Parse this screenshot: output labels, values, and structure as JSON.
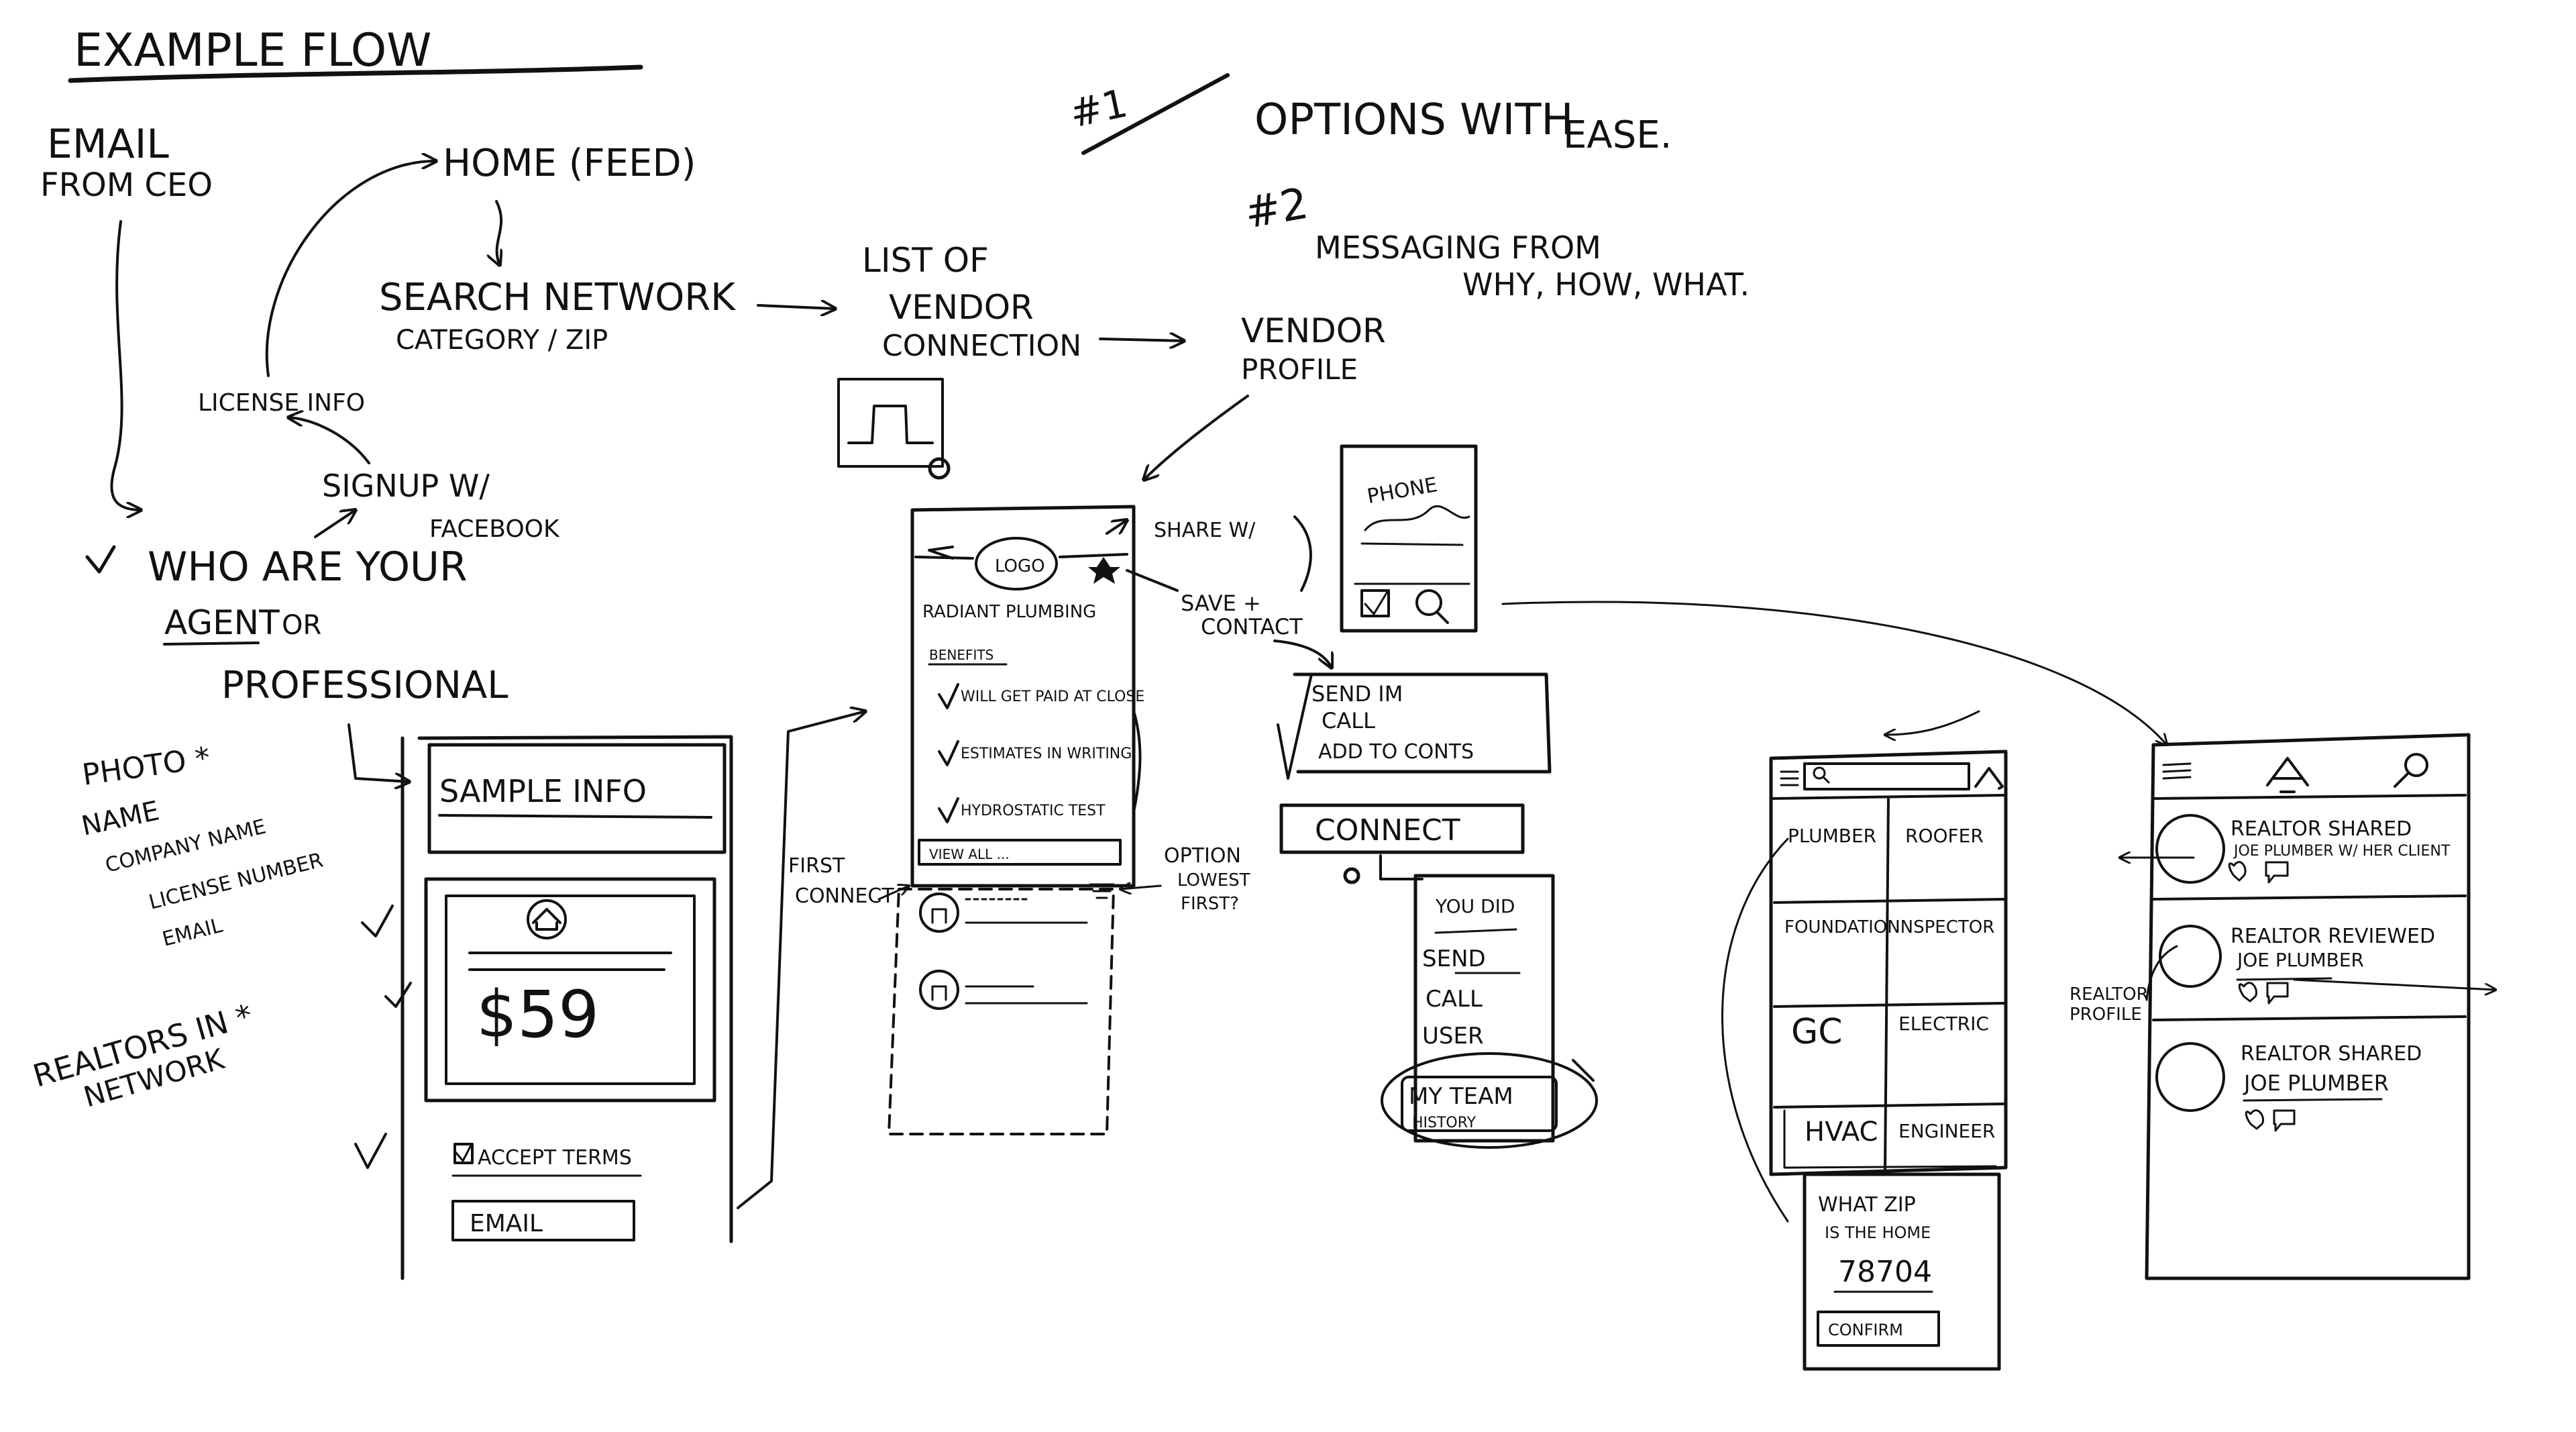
{
  "title": "EXAMPLE FLOW",
  "goals": {
    "h1_num": "#1",
    "h1_text_a": "OPTIONS WITH",
    "h1_text_b": "EASE.",
    "h2_num": "#2",
    "h2_text_a": "MESSAGING FROM",
    "h2_text_b": "WHY, HOW, WHAT."
  },
  "flow": {
    "email_from_ceo_a": "EMAIL",
    "email_from_ceo_b": "FROM CEO",
    "home_feed": "HOME (FEED)",
    "search_network": "SEARCH NETWORK",
    "category_zip": "CATEGORY / ZIP",
    "license_info": "LICENSE INFO",
    "signup_a": "SIGNUP W/",
    "signup_b": "FACEBOOK",
    "who_are_you_a": "WHO ARE YOUR",
    "who_are_you_b": "AGENT",
    "who_are_you_c": "OR",
    "who_are_you_d": "PROFESSIONAL",
    "list_of_vendor_a": "LIST OF",
    "list_of_vendor_b": "VENDOR",
    "list_of_vendor_c": "CONNECTION",
    "vendor_profile_a": "VENDOR",
    "vendor_profile_b": "PROFILE"
  },
  "signup_fields": {
    "photo": "PHOTO *",
    "name": "NAME",
    "company": "COMPANY NAME",
    "license": "LICENSE NUMBER",
    "email": "EMAIL",
    "realtors_a": "REALTORS IN *",
    "realtors_b": "NETWORK"
  },
  "sample_card": {
    "header": "SAMPLE INFO",
    "price": "$59",
    "accept_terms": "ACCEPT TERMS",
    "email_btn": "EMAIL"
  },
  "vendor_card": {
    "logo": "LOGO",
    "name": "RADIANT PLUMBING",
    "benefits": "BENEFITS",
    "b1": "WILL GET PAID AT CLOSE",
    "b2": "ESTIMATES IN WRITING",
    "b3": "HYDROSTATIC TEST",
    "view_all": "VIEW ALL ...",
    "share_with": "SHARE W/",
    "save_contact_a": "SAVE +",
    "save_contact_b": "CONTACT",
    "first_connect_a": "FIRST",
    "first_connect_b": "CONNECT",
    "option_a": "OPTION",
    "option_b": "LOWEST",
    "option_c": "FIRST?"
  },
  "share_panel": {
    "text": "PHONE"
  },
  "send_panel": {
    "l1": "SEND IM",
    "l2": "CALL",
    "l3": "ADD TO CONTS",
    "connect": "CONNECT"
  },
  "menu_panel": {
    "l1": "YOU DID",
    "l2": "SEND",
    "l3": "CALL",
    "l4": "USER",
    "my_team": "MY TEAM",
    "history": "HISTORY"
  },
  "category_grid": {
    "cells": [
      "PLUMBER",
      "ROOFER",
      "FOUNDATION",
      "INSPECTOR",
      "GC",
      "ELECTRIC",
      "HVAC",
      "ENGINEER"
    ],
    "zip_q_a": "WHAT ZIP",
    "zip_q_b": "IS THE HOME",
    "zip_value": "78704",
    "confirm": "CONFIRM"
  },
  "feed": {
    "item1_a": "REALTOR SHARED",
    "item1_b": "JOE PLUMBER W/ HER CLIENT",
    "item2_a": "REALTOR REVIEWED",
    "item2_b": "JOE PLUMBER",
    "item3_a": "REALTOR SHARED",
    "item3_b": "JOE PLUMBER",
    "realtor_profile_a": "REALTOR",
    "realtor_profile_b": "PROFILE"
  }
}
